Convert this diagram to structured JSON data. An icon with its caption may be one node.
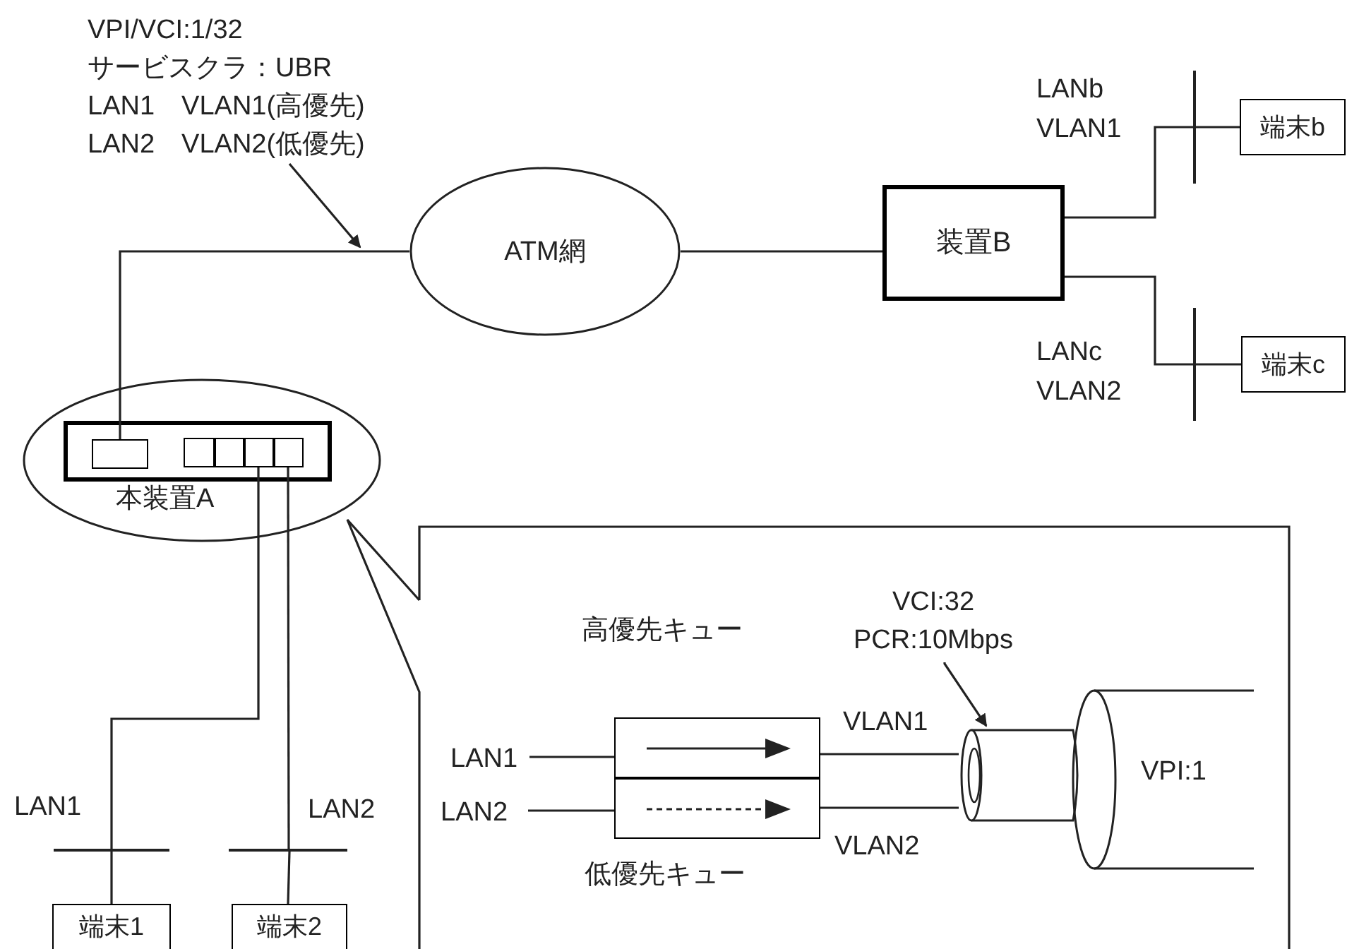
{
  "diagram": {
    "nodes": [
      {
        "text": [
          "ATM網"
        ]
      },
      {
        "text": [
          "装置B"
        ]
      },
      {
        "text": [
          "本装置A"
        ]
      },
      {
        "text": [],
        "shape": "box",
        "in": 2
      },
      {
        "text": [],
        "shape": "box",
        "in": 3
      },
      {
        "text": [],
        "shape": "box",
        "in": 3
      },
      {
        "text": [],
        "shape": "box",
        "in": 3
      },
      {
        "text": [],
        "shape": "box",
        "in": 3
      },
      {
        "text": [],
        "shape": "box",
        "in": 3
      },
      {
        "text": [
          "端末b"
        ]
      },
      {
        "text": [
          "端末c"
        ]
      },
      {
        "text": [
          "端末1"
        ]
      },
      {
        "text": [
          "端末2"
        ]
      },
      {
        "text": [],
        "shape": "bar"
      },
      {
        "text": [],
        "shape": "bar"
      },
      {
        "text": [],
        "shape": "bar"
      },
      {
        "text": [],
        "shape": "bar"
      },
      {
        "text": [],
        "shape": "box"
      },
      {
        "text": [
          "高優先キュー"
        ],
        "in": 17
      },
      {
        "text": [
          "低優先キュー"
        ],
        "in": 17
      },
      {
        "text": [
          "LAN1"
        ],
        "in": 17
      },
      {
        "text": [
          "LAN2"
        ],
        "in": 17
      },
      {
        "text": [],
        "shape": "cylinder",
        "in": 17
      },
      {
        "text": [
          "VPI:1"
        ],
        "in": 17
      },
      {
        "text": [
          "VCI:32",
          "PCR:10Mbps"
        ],
        "in": 17
      },
      {
        "text": [
          "VPI/VCI:1/32",
          "サービスクラ：UBR",
          "LAN1　VLAN1(高優先)",
          "LAN2　VLAN2(低優先)"
        ]
      }
    ],
    "edges": [
      {
        "from": 4,
        "to": 0,
        "arrow": "none"
      },
      {
        "from": 0,
        "to": 1,
        "arrow": "none"
      },
      {
        "from": 1,
        "to": 13,
        "arrow": "none"
      },
      {
        "from": 13,
        "to": 9,
        "arrow": "none"
      },
      {
        "from": 1,
        "to": 14,
        "arrow": "none"
      },
      {
        "from": 14,
        "to": 10,
        "arrow": "none"
      },
      {
        "from": 7,
        "to": 15,
        "arrow": "none"
      },
      {
        "from": 15,
        "to": 11,
        "arrow": "none"
      },
      {
        "from": 8,
        "to": 16,
        "arrow": "none"
      },
      {
        "from": 16,
        "to": 12,
        "arrow": "none"
      },
      {
        "from": 20,
        "to": 18,
        "arrow": "none"
      },
      {
        "from": 21,
        "to": 19,
        "arrow": "none"
      },
      {
        "from": 18,
        "to": 22,
        "arrow": "none"
      },
      {
        "from": 19,
        "to": 22,
        "arrow": "none"
      },
      {
        "from": 24,
        "to": 22,
        "arrow": "to"
      },
      {
        "from": 25,
        "to": null,
        "arrow": "to"
      }
    ],
    "labels": [
      "LANb",
      "VLAN1",
      "LANc",
      "VLAN2",
      "LAN1",
      "LAN2",
      "VLAN1",
      "VLAN2"
    ]
  }
}
